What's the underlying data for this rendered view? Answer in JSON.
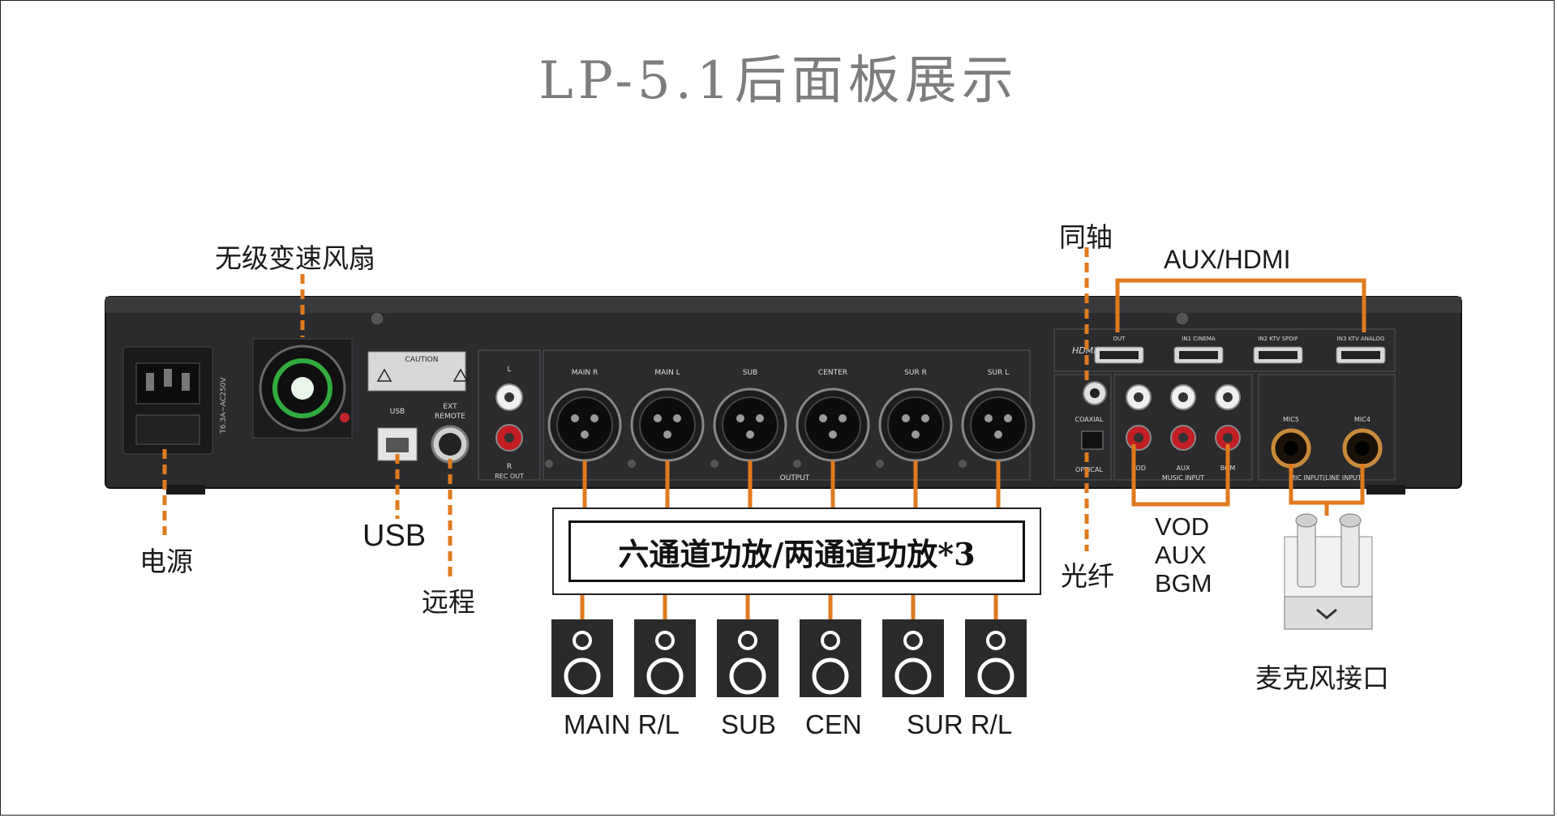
{
  "title": "LP-5.1后面板展示",
  "labels": {
    "fan": "无级变速风扇",
    "coaxial": "同轴",
    "aux_hdmi": "AUX/HDMI",
    "power": "电源",
    "usb": "USB",
    "remote": "远程",
    "amp": "六通道功放/两通道功放*3",
    "optical": "光纤",
    "vod": "VOD",
    "aux": "AUX",
    "bgm": "BGM",
    "mic_port": "麦克风接口",
    "main_rl": "MAIN R/L",
    "sub": "SUB",
    "cen": "CEN",
    "sur_rl": "SUR R/L"
  },
  "panel_text": {
    "caution": "CAUTION",
    "usb": "USB",
    "ext_remote_1": "EXT",
    "ext_remote_2": "REMOTE",
    "rec_l": "L",
    "rec_r": "R",
    "rec_out": "REC OUT",
    "main_r": "MAIN R",
    "main_l": "MAIN L",
    "sub": "SUB",
    "center": "CENTER",
    "sur_r": "SUR R",
    "sur_l": "SUR L",
    "output": "OUTPUT",
    "hdmi": "HDMI",
    "out": "OUT",
    "in1": "IN1 CINEMA",
    "in2": "IN2 KTV SPDIF",
    "in3": "IN3 KTV ANALOG",
    "coaxial": "COAXIAL",
    "optical": "OPTICAL",
    "vod": "VOD",
    "aux": "AUX",
    "bgm": "BGM",
    "music_input": "MUSIC INPUT",
    "mic5": "MIC5",
    "mic4": "MIC4",
    "mic_input": "MIC INPUT(LINE INPUT)",
    "voltage": "T6.3A~AC250V"
  },
  "colors": {
    "accent": "#e07a1e",
    "panel": "#2b2b2e",
    "title": "#7d7d7d"
  }
}
